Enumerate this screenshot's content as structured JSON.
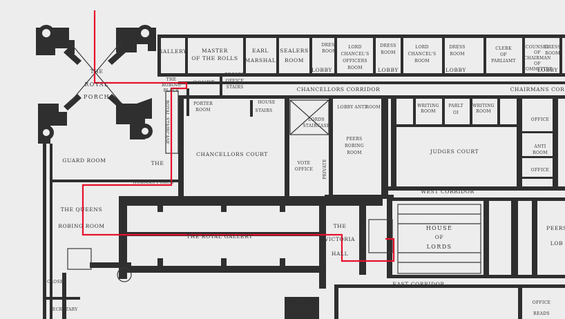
{
  "map": {
    "route_color": "#e8102c",
    "wall_color": "#2f2f2f",
    "labels": {
      "gallery": "GALLERY",
      "master_of_the_rolls": [
        "MASTER",
        "OF THE ROLLS"
      ],
      "earl_marshal": [
        "EARL",
        "MARSHAL"
      ],
      "sealers_room": [
        "SEALERS",
        "ROOM"
      ],
      "dress_room_1": [
        "DRESS",
        "ROOM"
      ],
      "lord_chancellors_officers_room": [
        "LORD",
        "CHANCEL'S",
        "OFFICERS",
        "ROOM"
      ],
      "dress_room_2": [
        "DRESS",
        "ROOM"
      ],
      "lord_chancellors_room": [
        "LORD",
        "CHANCEL'S",
        "ROOM"
      ],
      "dress_room_3": [
        "DRESS",
        "ROOM"
      ],
      "clerk_of_parliament": [
        "CLERK",
        "OF",
        "PARLIAMT"
      ],
      "counsel_to_chairman_of_committees": [
        "COUNSEL",
        "OF",
        "CHAIRMAN",
        "OF",
        "COMMITTEE"
      ],
      "dress_room_4": [
        "DRESS",
        "ROOM"
      ],
      "lobby_1": "LOBBY",
      "lobby_2": "LOBBY",
      "lobby_3": "LOBBY",
      "lobby_4": "LOBBY",
      "royal_porch": [
        "THE",
        "ROYAL",
        "PORCH"
      ],
      "robing_place": [
        "THE",
        "ROBING",
        "PLACE"
      ],
      "court": "COURT",
      "record_office_stairs": [
        "RECORD",
        "OFFICE",
        "STAIRS"
      ],
      "chancellors_corridor": "CHANCELLORS   CORRIDOR",
      "chairmans_corridor": "CHAIRMANS COR",
      "porter_room": [
        "PORTER",
        "ROOM"
      ],
      "stairs": "STAIRS",
      "houseof": "HOUSE",
      "lords_staircase": [
        "LORDS",
        "STAIRCASE"
      ],
      "lobby_anti_room": [
        "LOBBY",
        "ANTI",
        "ROOM"
      ],
      "peers_private_corridor": "PEERS PRIVATE CORRIDOR",
      "writing_room_1": [
        "WRITING",
        "ROOM"
      ],
      "parlt_office": [
        "PARLT",
        "OI"
      ],
      "writing_room_2": [
        "WRITING",
        "ROOM"
      ],
      "office_1": "OFFICE",
      "anti_room": [
        "ANTI",
        "ROOM"
      ],
      "office_2": "OFFICE",
      "guard_room": "GUARD  ROOM",
      "royal_staircase": "ROYAL STAIRCASE",
      "chancellors_court": "CHANCELLORS COURT",
      "peers_robing_room": [
        "PEERS",
        "ROBING",
        "ROOM"
      ],
      "vote_office": [
        "VOTE",
        "OFFICE"
      ],
      "private": "PRIVATE",
      "judges_court": "JUDGES COURT",
      "norman_porch": [
        "THE",
        "NORMAN PORCH"
      ],
      "west_corridor": "WEST   CORRIDOR",
      "queens_robing_room": [
        "THE QUEENS",
        "ROBING ROOM"
      ],
      "royal_gallery": "THE  ROYAL  GALLERY",
      "victoria_hall": [
        "THE",
        "VICTORIA",
        "HALL"
      ],
      "house_of_lords": [
        "HOUSE",
        "OF",
        "LORDS"
      ],
      "peers": "PEERS",
      "lob": "LOB",
      "east_corridor": "EAST CORRIDOR",
      "closet": "CLOSET",
      "secretary": "SECRETARY",
      "anti_room_2": [
        "ANTI",
        "ROOM"
      ],
      "office_3": "OFFICE",
      "reads": "READS"
    }
  }
}
